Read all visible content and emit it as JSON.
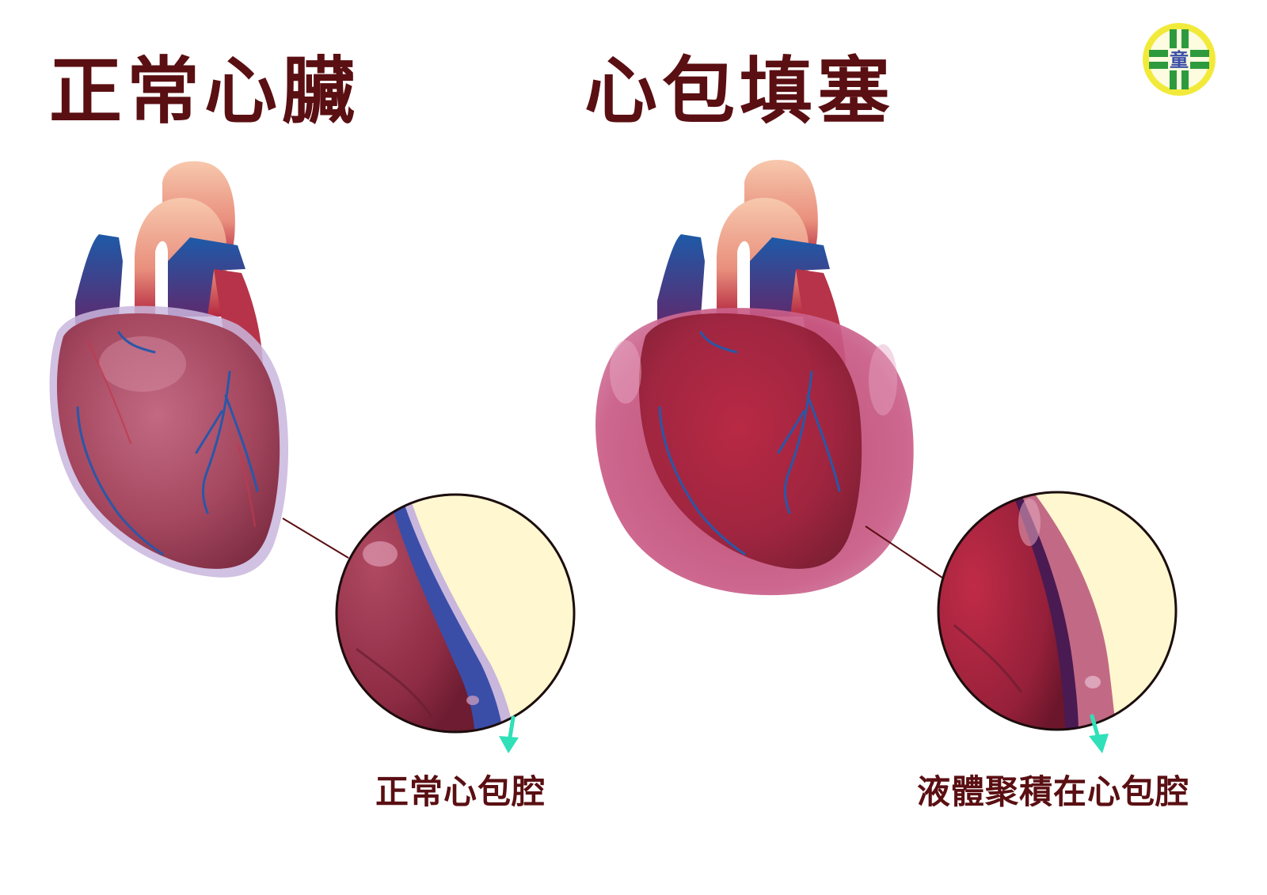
{
  "titles": {
    "normal_heart": "正常心臟",
    "tamponade": "心包填塞"
  },
  "captions": {
    "normal_pericardial_cavity": "正常心包腔",
    "fluid_in_pericardial_cavity": "液體聚積在心包腔"
  },
  "logo": {
    "glyph": "童",
    "ring_color": "#f2ea3a",
    "cross_color": "#2e9a3e"
  },
  "colors": {
    "title_text": "#5a0f12",
    "indicator_arrow": "#2fe0b8",
    "heart_muscle": "#a8455f",
    "vein_blue": "#1e4f9a",
    "artery_pink": "#f3b39a",
    "fluid_pink": "#c8557f",
    "cavity_cream": "#fef7cf"
  }
}
